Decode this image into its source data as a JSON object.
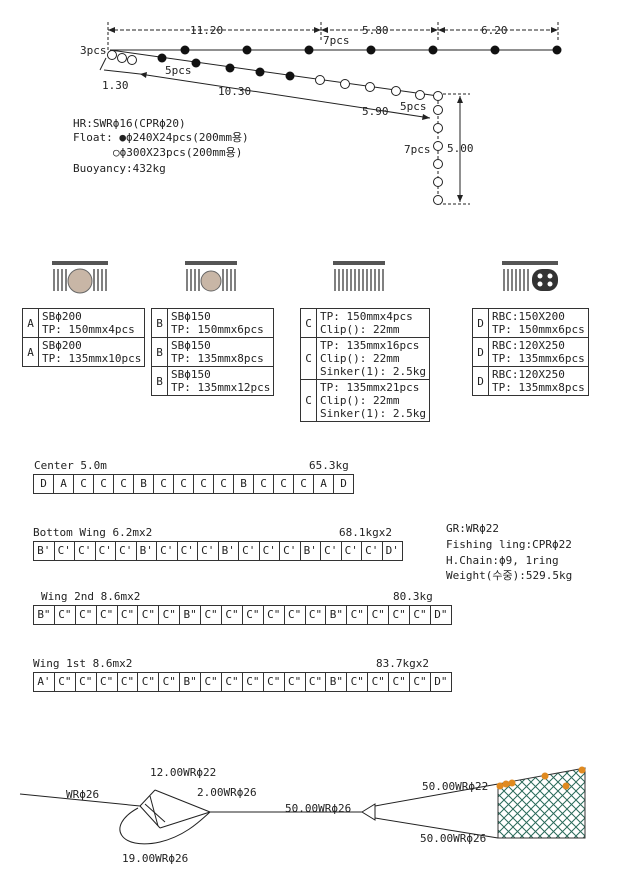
{
  "top_diagram": {
    "dims_top": [
      "11.20",
      "5.80",
      "6.20"
    ],
    "dims_mid": [
      "1.30",
      "10.30",
      "5.90"
    ],
    "dim_vertical": "5.00",
    "counts": [
      "3pcs",
      "7pcs",
      "5pcs",
      "5pcs",
      "7pcs"
    ],
    "spec_lines": [
      "HR:SWRϕ16(CPRϕ20)",
      "Float: ●ϕ240X24pcs(200mm용)",
      "○ϕ300X23pcs(200mm용)",
      "Buoyancy:432kg"
    ]
  },
  "tables": {
    "A": [
      {
        "letter": "A",
        "lines": [
          "SBϕ200",
          "TP: 150mmx4pcs"
        ]
      },
      {
        "letter": "A",
        "lines": [
          "SBϕ200",
          "TP: 135mmx10pcs"
        ]
      }
    ],
    "B": [
      {
        "letter": "B",
        "lines": [
          "SBϕ150",
          "TP: 150mmx6pcs"
        ]
      },
      {
        "letter": "B",
        "lines": [
          "SBϕ150",
          "TP: 135mmx8pcs"
        ]
      },
      {
        "letter": "B",
        "lines": [
          "SBϕ150",
          "TP: 135mmx12pcs"
        ]
      }
    ],
    "C": [
      {
        "letter": "C",
        "lines": [
          "TP: 150mmx4pcs",
          "Clip(): 22mm"
        ]
      },
      {
        "letter": "C",
        "lines": [
          "TP: 135mmx16pcs",
          "Clip(): 22mm",
          "Sinker(1): 2.5kg"
        ]
      },
      {
        "letter": "C",
        "lines": [
          "TP: 135mmx21pcs",
          "Clip(): 22mm",
          "Sinker(1): 2.5kg"
        ]
      }
    ],
    "D": [
      {
        "letter": "D",
        "lines": [
          "RBC:150X200",
          "TP: 150mmx6pcs"
        ]
      },
      {
        "letter": "D",
        "lines": [
          "RBC:120X250",
          "TP: 135mmx6pcs"
        ]
      },
      {
        "letter": "D",
        "lines": [
          "RBC:120X250",
          "TP: 135mmx8pcs"
        ]
      }
    ]
  },
  "sections": [
    {
      "label": "Center  5.0m",
      "weight": "65.3kg",
      "cells": [
        "D",
        "A",
        "C",
        "C",
        "C",
        "B",
        "C",
        "C",
        "C",
        "C",
        "B",
        "C",
        "C",
        "C",
        "A",
        "D"
      ]
    },
    {
      "label": "Bottom Wing  6.2mx2",
      "weight": "68.1kgx2",
      "cells": [
        "B'",
        "C'",
        "C'",
        "C'",
        "C'",
        "B'",
        "C'",
        "C'",
        "C'",
        "B'",
        "C'",
        "C'",
        "C'",
        "B'",
        "C'",
        "C'",
        "C'",
        "D'"
      ]
    },
    {
      "label": "Wing 2nd 8.6mx2",
      "weight": "80.3kg",
      "cells": [
        "B\"",
        "C\"",
        "C\"",
        "C\"",
        "C\"",
        "C\"",
        "C\"",
        "B\"",
        "C\"",
        "C\"",
        "C\"",
        "C\"",
        "C\"",
        "C\"",
        "B\"",
        "C\"",
        "C\"",
        "C\"",
        "C\"",
        "D\""
      ]
    },
    {
      "label": "Wing 1st 8.6mx2",
      "weight": "83.7kgx2",
      "cells": [
        "A'",
        "C\"",
        "C\"",
        "C\"",
        "C\"",
        "C\"",
        "C\"",
        "B\"",
        "C\"",
        "C\"",
        "C\"",
        "C\"",
        "C\"",
        "C\"",
        "B\"",
        "C\"",
        "C\"",
        "C\"",
        "C\"",
        "D\""
      ]
    }
  ],
  "gear_specs": [
    "GR:WRϕ22",
    "Fishing ling:CPRϕ22",
    "H.Chain:ϕ9, 1ring",
    "Weight(수중):529.5kg"
  ],
  "rigging": {
    "warp": "WRϕ26",
    "upper": "12.00WRϕ22",
    "lower": "19.00WRϕ26",
    "bridle": "2.00WRϕ26",
    "sweep": "50.00WRϕ26",
    "net_upper": "50.00WRϕ22",
    "net_lower": "50.00WRϕ26"
  }
}
